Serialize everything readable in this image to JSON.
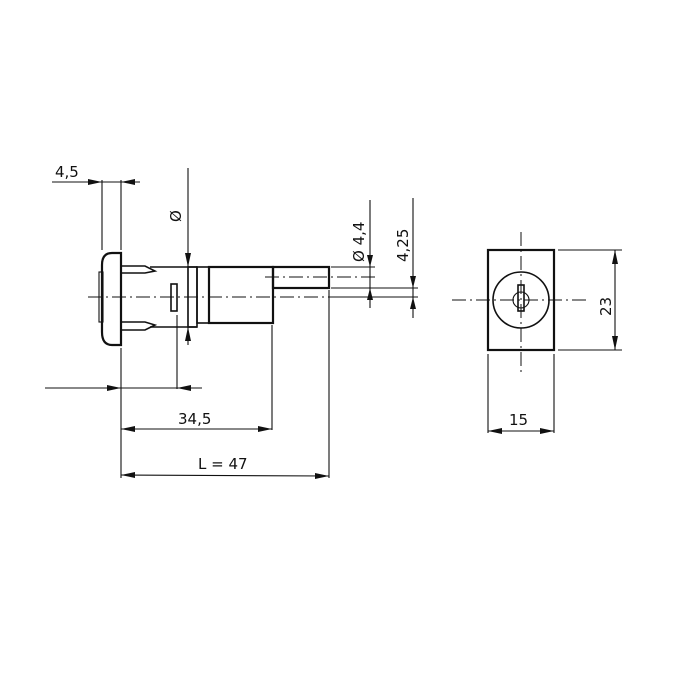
{
  "drawing": {
    "title": "Push-lock cylinder technical drawing",
    "line_color": "#111111",
    "background": "#ffffff"
  },
  "side_view": {
    "dimensions": {
      "flange_thickness": "4,5",
      "body_diameter": "Ø",
      "pin_diameter": "Ø 4,4",
      "pin_offset": "4,25",
      "body_length": "34,5",
      "total_length": "L = 47"
    }
  },
  "front_view": {
    "dimensions": {
      "height": "23",
      "width": "15"
    }
  }
}
